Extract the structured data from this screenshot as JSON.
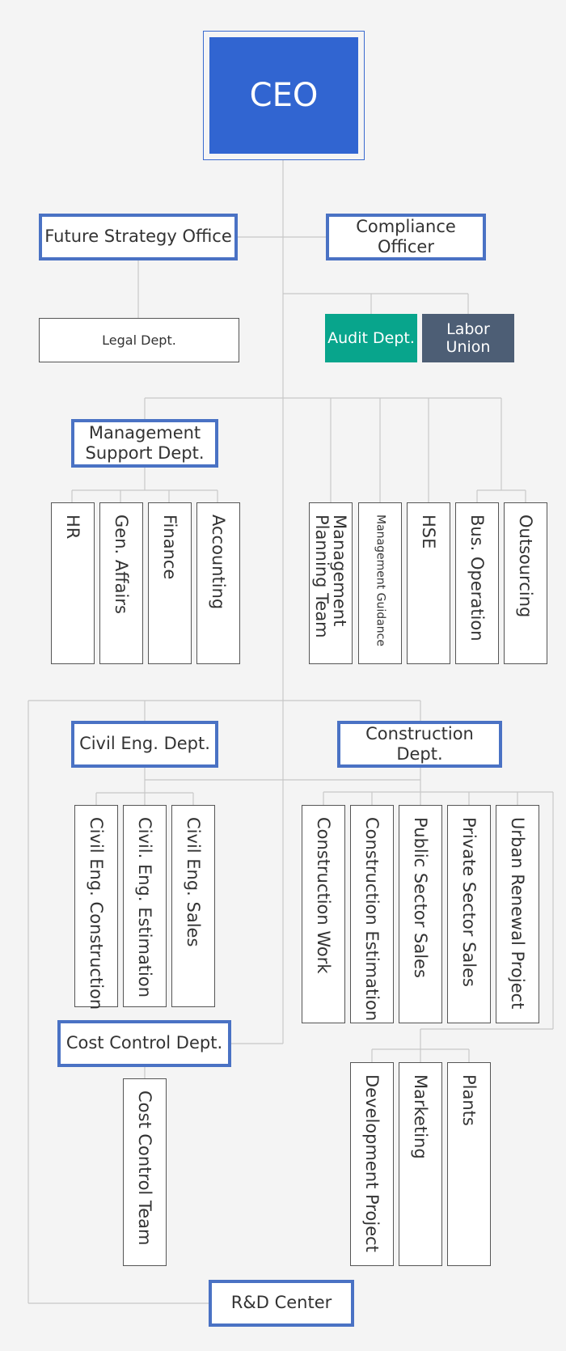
{
  "ceo": "CEO",
  "future_strategy_office": "Future Strategy Office",
  "compliance_officer": "Compliance Officer",
  "legal_dept": "Legal Dept.",
  "audit_dept": "Audit Dept.",
  "labor_union": "Labor Union",
  "management_support_dept": "Management Support Dept.",
  "management_support_teams": [
    "HR",
    "Gen. Affairs",
    "Finance",
    "Accounting"
  ],
  "planning_teams": [
    "Management Planning Team",
    "Management Guidance",
    "HSE",
    "Bus. Operation",
    "Outsourcing"
  ],
  "civil_eng_dept": "Civil Eng. Dept.",
  "civil_eng_teams": [
    "Civil Eng. Construction",
    "Civil. Eng. Estimation",
    "Civil Eng. Sales"
  ],
  "construction_dept": "Construction Dept.",
  "construction_teams": [
    "Construction Work",
    "Construction Estimation",
    "Public Sector Sales",
    "Private Sector Sales",
    "Urban Renewal Project"
  ],
  "development_teams": [
    "Development Project",
    "Marketing",
    "Plants"
  ],
  "cost_control_dept": "Cost Control Dept.",
  "cost_control_team": "Cost Control Team",
  "rd_center": "R&D Center",
  "colors": {
    "ceo": "#3165d1",
    "header_border": "#4a72c4",
    "audit": "#08a58c",
    "labor_union": "#4d5e75",
    "line": "#c8c8c8"
  }
}
